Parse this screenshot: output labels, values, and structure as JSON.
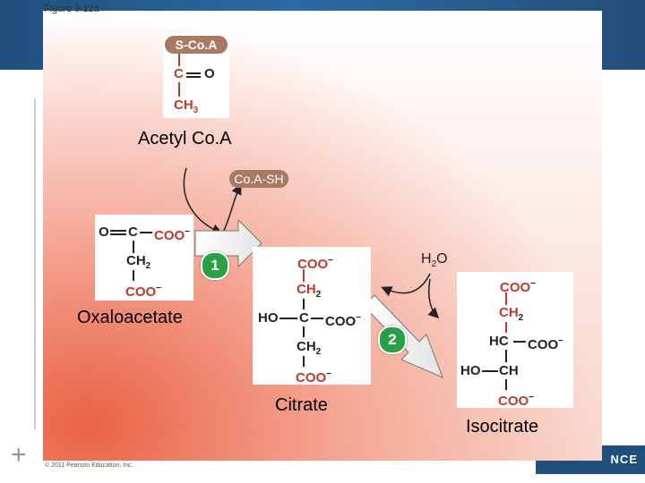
{
  "figure_label": "Figure 9.12a",
  "copyright": "© 2011 Pearson Education, Inc.",
  "corner_logo_text": "NCE",
  "acetyl_coa": {
    "group": "S-Co.A",
    "carbon": "C",
    "oxygen": "O",
    "methyl": "CH",
    "methyl_sub": "3",
    "name": "Acetyl Co.A"
  },
  "coa_sh": "Co.A-SH",
  "oxaloacetate": {
    "o": "O",
    "c": "C",
    "coo_top": "COO",
    "ch2": "CH",
    "ch2_sub": "2",
    "coo_bottom": "COO",
    "charge": "−",
    "name": "Oxaloacetate"
  },
  "citrate": {
    "coo_top": "COO",
    "ch2_top": "CH",
    "ch2_top_sub": "2",
    "ho": "HO",
    "c": "C",
    "coo_mid": "COO",
    "ch2_bottom": "CH",
    "ch2_bottom_sub": "2",
    "coo_bottom": "COO",
    "charge": "−",
    "name": "Citrate"
  },
  "water": {
    "h": "H",
    "sub": "2",
    "o": "O"
  },
  "isocitrate": {
    "coo_top": "COO",
    "ch2": "CH",
    "ch2_sub": "2",
    "hc": "HC",
    "coo_mid": "COO",
    "ho": "HO",
    "ch": "CH",
    "coo_bottom": "COO",
    "charge": "−",
    "name": "Isocitrate"
  },
  "steps": [
    "1",
    "2"
  ],
  "colors": {
    "pill_brown": "#a87a63",
    "red_carbon": "#c0392b",
    "badge_green": "#2aa046",
    "header_blue": "#1f4f7d"
  }
}
